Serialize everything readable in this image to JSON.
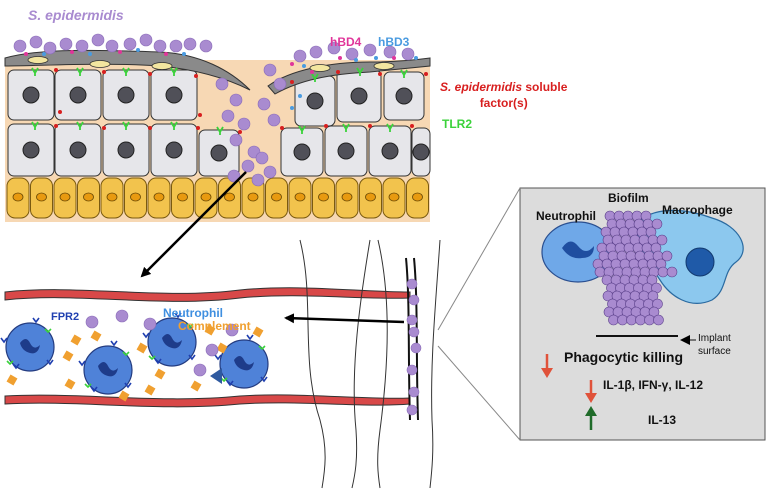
{
  "skin": {
    "organism_label": "S. epidermidis",
    "hbd4_label": "hBD4",
    "hbd3_label": "hBD3",
    "soluble_factor_label": "S. epidermidis soluble factor(s)",
    "soluble_factor_line1_italic": "S. epidermidis",
    "soluble_factor_line1_rest": "soluble",
    "soluble_factor_line2": "factor(s)",
    "tlr2_label": "TLR2"
  },
  "blood_vessel": {
    "fpr2_label": "FPR2",
    "neutrophil_label": "Neutrophil",
    "complement_label": "Complement"
  },
  "implant_panel": {
    "biofilm_label": "Biofilm",
    "neutrophil_label": "Neutrophil",
    "macrophage_label": "Macrophage",
    "implant_surface_line1": "Implant",
    "implant_surface_line2": "surface",
    "phagocytic_killing_label": "Phagocytic killing",
    "cytokines_down_label": "IL-1β, IFN-γ, IL-12",
    "cytokine_up_label": "IL-13"
  },
  "colors": {
    "bacteria": "#a98bd0",
    "hbd4": "#e0359a",
    "hbd3": "#4a9be0",
    "soluble_factor": "#d81f1f",
    "tlr2": "#3ad23a",
    "fpr2": "#1f3fb0",
    "neutrophil_text": "#3f8fe0",
    "complement": "#f0a030",
    "skin_bg": "#f7d8b4",
    "panel_bg": "#dcdcdc",
    "arrow_down": "#e0523a",
    "arrow_up": "#1f6b2a"
  }
}
